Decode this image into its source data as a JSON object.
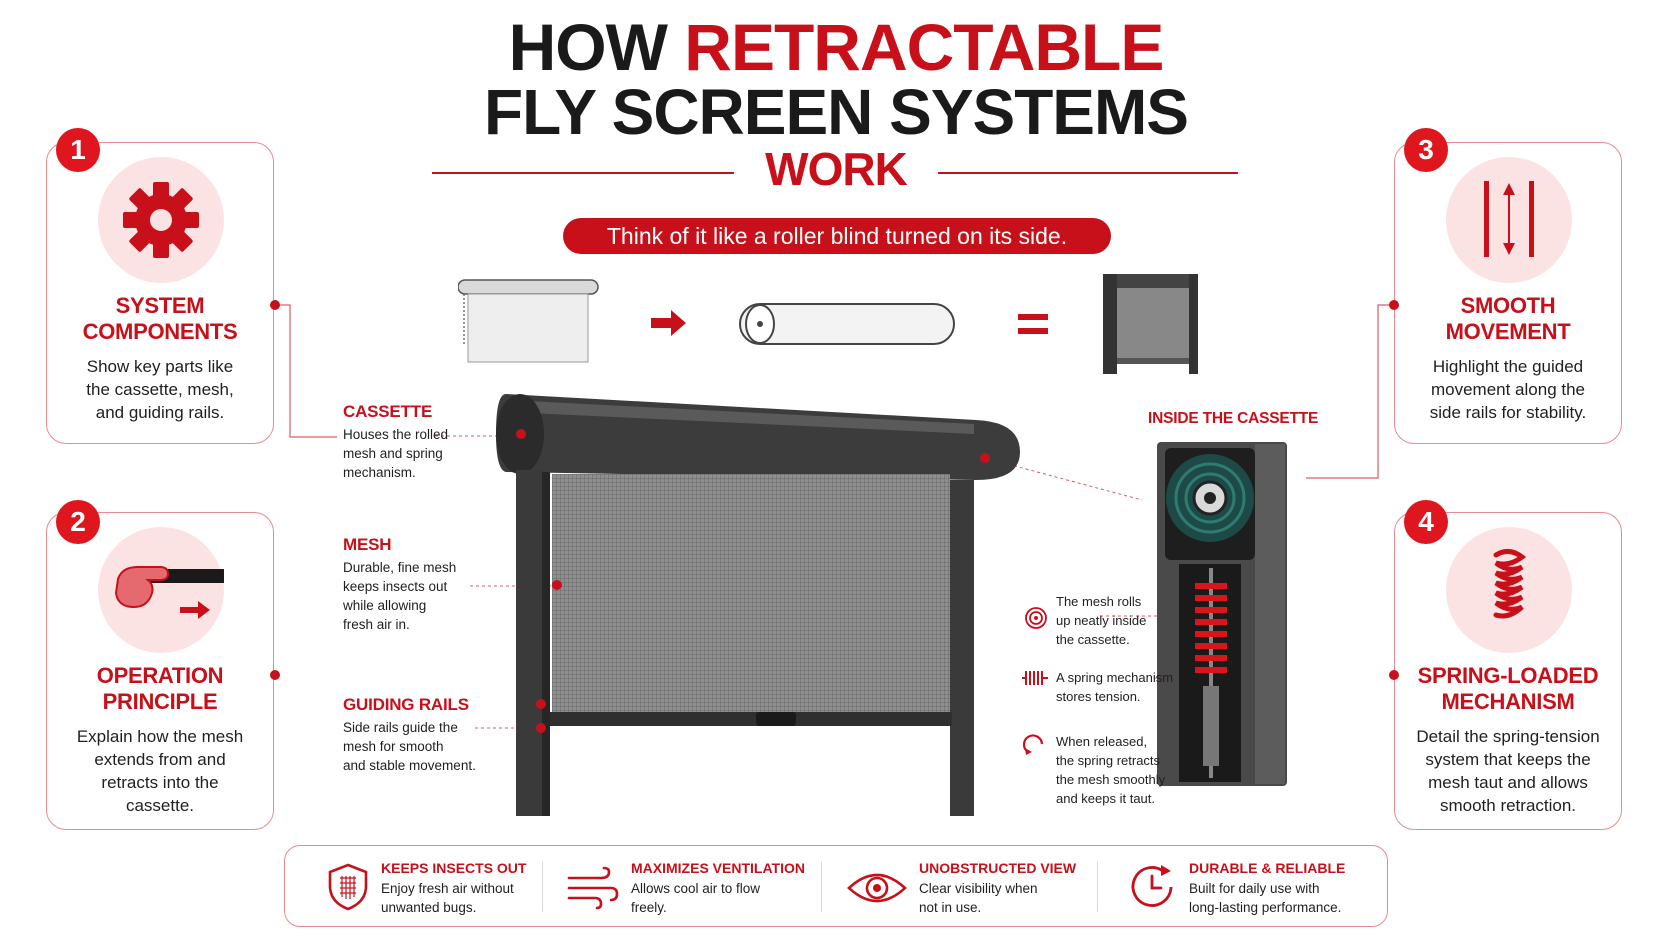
{
  "title": {
    "line1_part1": "HOW ",
    "line1_part2": "RETRACTABLE",
    "line2": "FLY SCREEN SYSTEMS",
    "line3": "WORK"
  },
  "tagline": "Think of it like a roller blind turned on its side.",
  "cards": [
    {
      "number": "1",
      "title_line1": "SYSTEM",
      "title_line2": "COMPONENTS",
      "text": [
        "Show key parts like",
        "the cassette, mesh,",
        "and guiding rails."
      ],
      "icon": "gear-icon"
    },
    {
      "number": "2",
      "title_line1": "OPERATION",
      "title_line2": "PRINCIPLE",
      "text": [
        "Explain how the mesh",
        "extends from and",
        "retracts into the",
        "cassette."
      ],
      "icon": "hand-pull-icon"
    },
    {
      "number": "3",
      "title_line1": "SMOOTH",
      "title_line2": "MOVEMENT",
      "text": [
        "Highlight the guided",
        "movement along the",
        "side rails for stability."
      ],
      "icon": "rails-arrows-icon"
    },
    {
      "number": "4",
      "title_line1": "SPRING-LOADED",
      "title_line2": "MECHANISM",
      "text": [
        "Detail the spring-tension",
        "system that keeps the",
        "mesh taut and allows",
        "smooth retraction."
      ],
      "icon": "spring-icon"
    }
  ],
  "labels": {
    "cassette": {
      "title": "CASSETTE",
      "text": [
        "Houses the rolled",
        "mesh and spring",
        "mechanism."
      ]
    },
    "mesh": {
      "title": "MESH",
      "text": [
        "Durable, fine mesh",
        "keeps insects out",
        "while allowing",
        "fresh air in."
      ]
    },
    "rails": {
      "title": "GUIDING RAILS",
      "text": [
        "Side rails guide the",
        "mesh for smooth",
        "and stable movement."
      ]
    }
  },
  "inside_cassette": {
    "title": "INSIDE THE CASSETTE",
    "notes": [
      {
        "icon": "roll-icon",
        "text": [
          "The mesh rolls",
          "up neatly inside",
          "the cassette."
        ]
      },
      {
        "icon": "spring-small-icon",
        "text": [
          "A spring mechanism",
          "stores tension."
        ]
      },
      {
        "icon": "retract-arrow-icon",
        "text": [
          "When released,",
          "the spring retracts",
          "the mesh smoothly",
          "and keeps it taut."
        ]
      }
    ]
  },
  "features": [
    {
      "icon": "shield-mesh-icon",
      "title": "KEEPS INSECTS OUT",
      "text": [
        "Enjoy fresh air without",
        "unwanted bugs."
      ]
    },
    {
      "icon": "wind-icon",
      "title": "MAXIMIZES VENTILATION",
      "text": [
        "Allows cool air to flow",
        "freely."
      ]
    },
    {
      "icon": "eye-icon",
      "title": "UNOBSTRUCTED VIEW",
      "text": [
        "Clear visibility when",
        "not in use."
      ]
    },
    {
      "icon": "clock-icon",
      "title": "DURABLE & RELIABLE",
      "text": [
        "Built for daily use with",
        "long-lasting performance."
      ]
    }
  ],
  "colors": {
    "accent": "#c8101a",
    "accent_light": "#fbe3e4",
    "frame": "#3a3a3a"
  }
}
